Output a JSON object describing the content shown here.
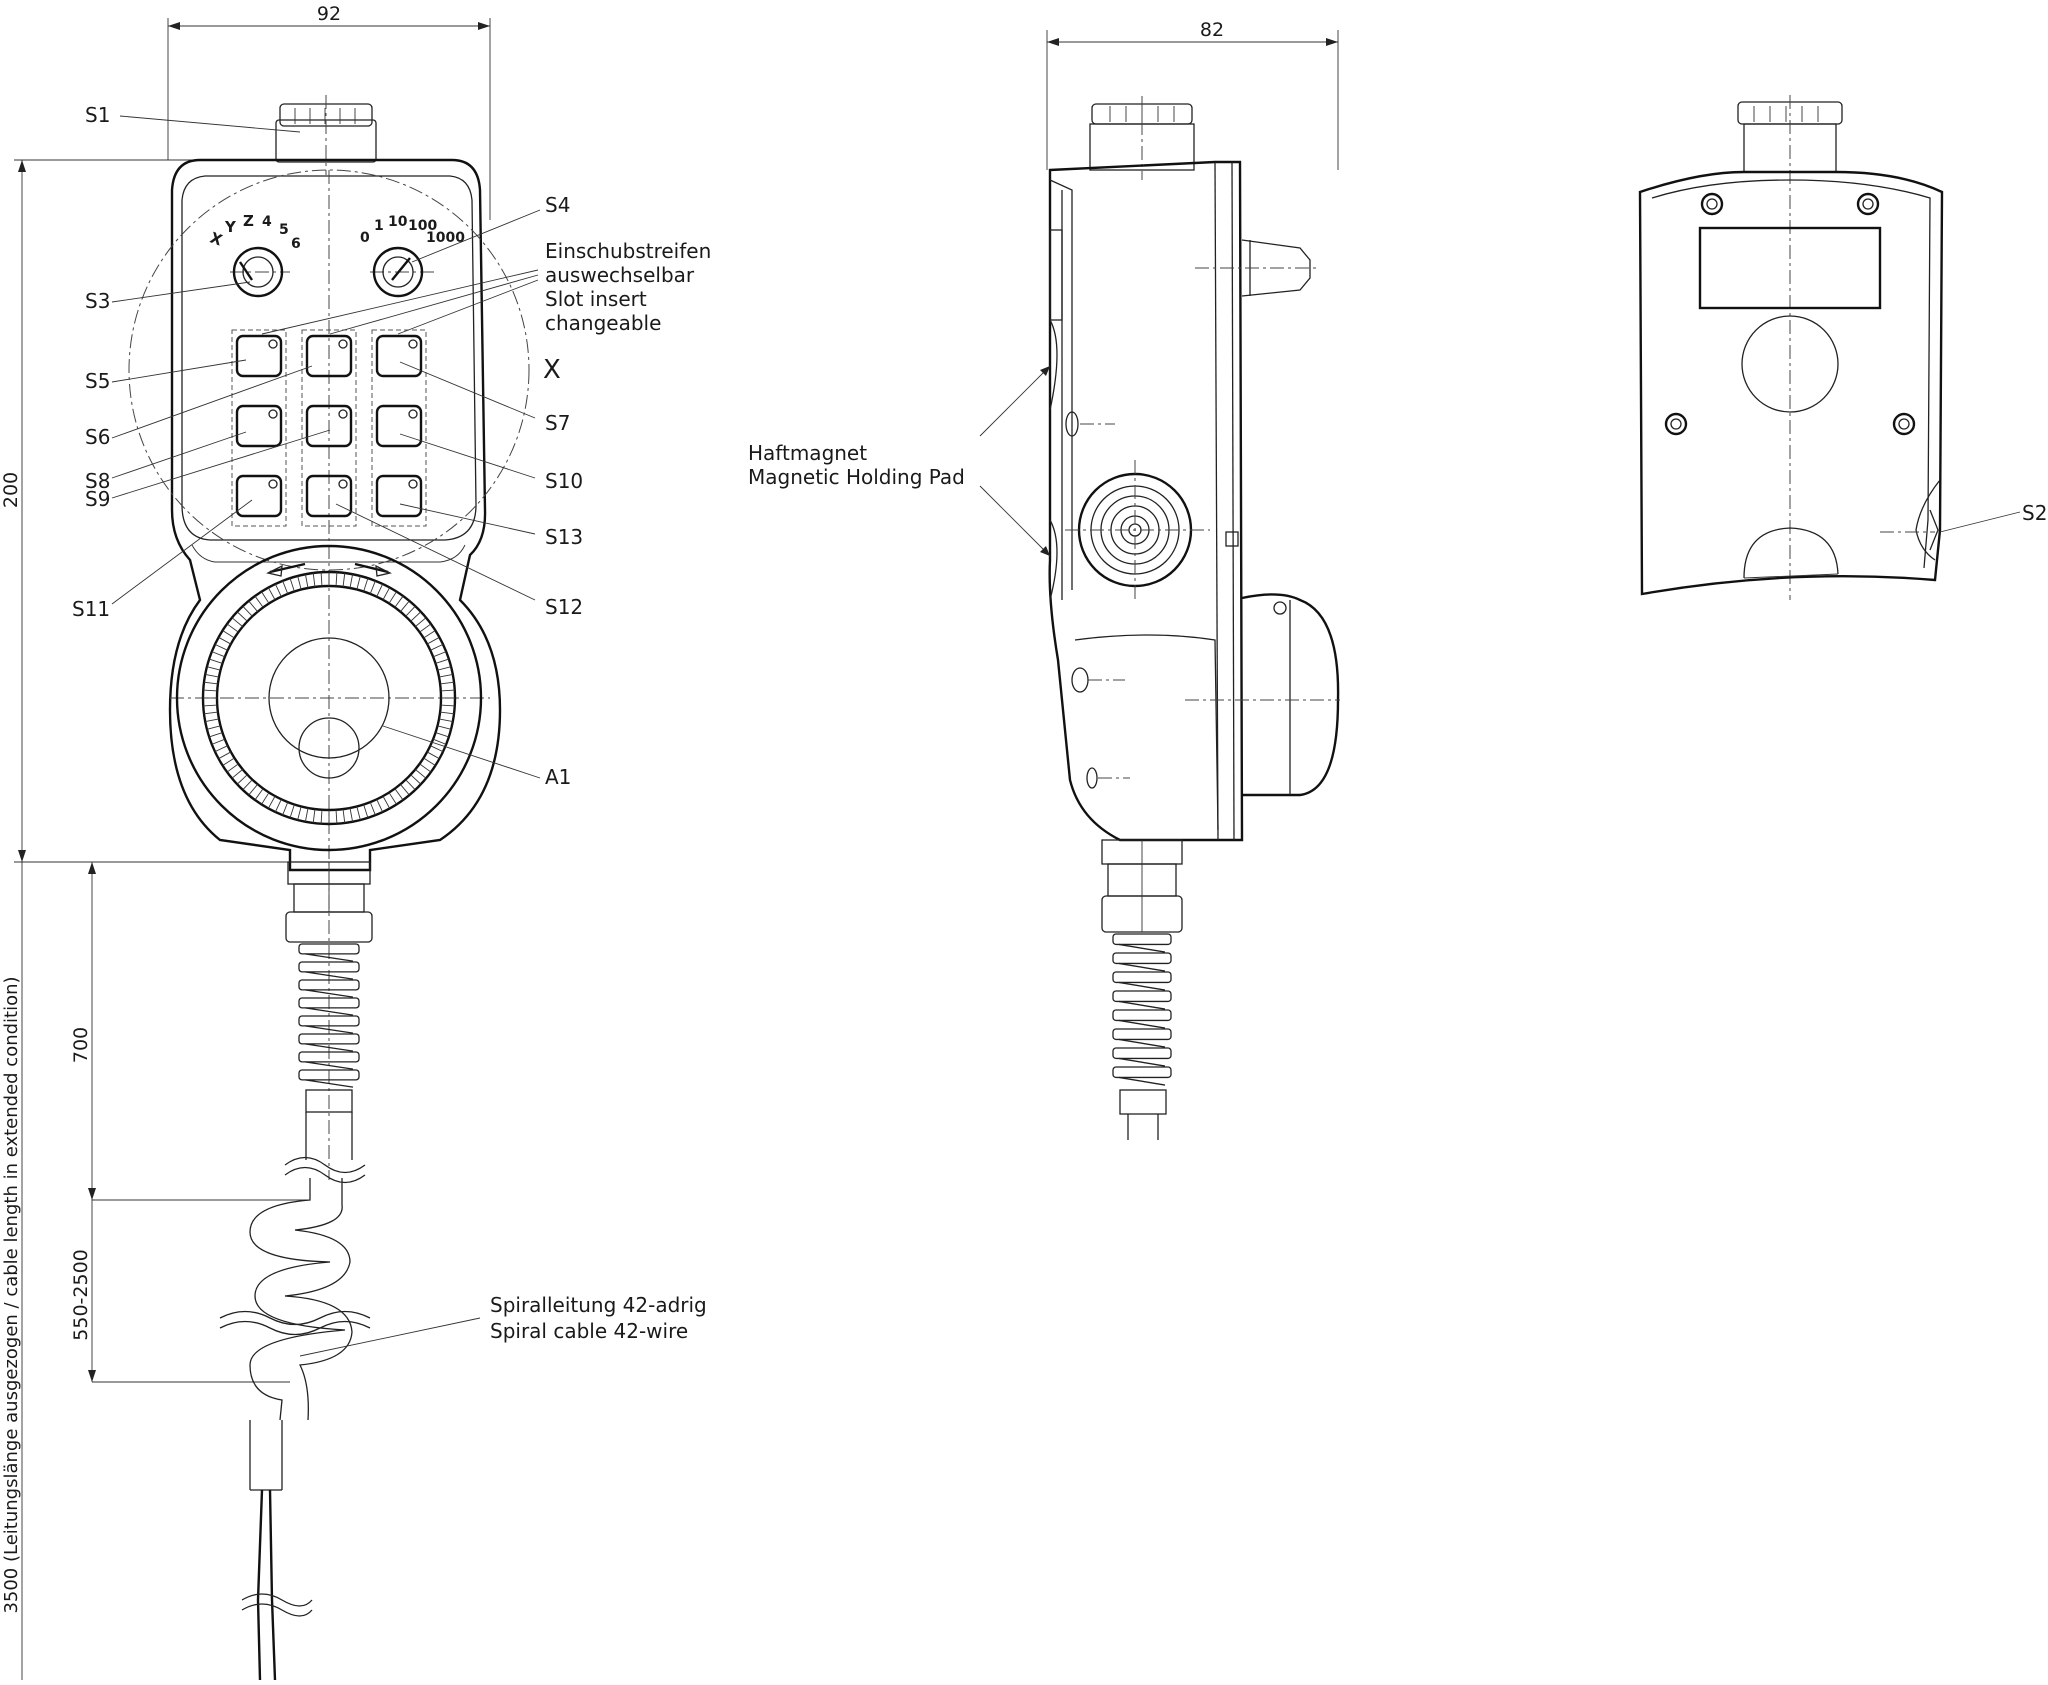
{
  "dimensions": {
    "front_width": "92",
    "side_width": "82",
    "height": "200",
    "cable_700": "700",
    "cable_coil": "550-2500",
    "cable_total": "3500 (Leitungslänge ausgezogen / cable length in extended condition)"
  },
  "labels": {
    "S1": "S1",
    "S2": "S2",
    "S3": "S3",
    "S4": "S4",
    "S5": "S5",
    "S6": "S6",
    "S7": "S7",
    "S8": "S8",
    "S9": "S9",
    "S10": "S10",
    "S11": "S11",
    "S12": "S12",
    "S13": "S13",
    "A1": "A1",
    "X": "X"
  },
  "notes": {
    "slot_de_1": "Einschubstreifen",
    "slot_de_2": "auswechselbar",
    "slot_en_1": "Slot insert",
    "slot_en_2": "changeable",
    "magnet_de": "Haftmagnet",
    "magnet_en": "Magnetic Holding Pad",
    "cable_de": "Spiralleitung 42-adrig",
    "cable_en": "Spiral cable 42-wire"
  },
  "axis_switch_marks": [
    "X",
    "Y",
    "Z",
    "4",
    "5",
    "6"
  ],
  "step_switch_marks": [
    "0",
    "1",
    "10",
    "100",
    "1000"
  ]
}
